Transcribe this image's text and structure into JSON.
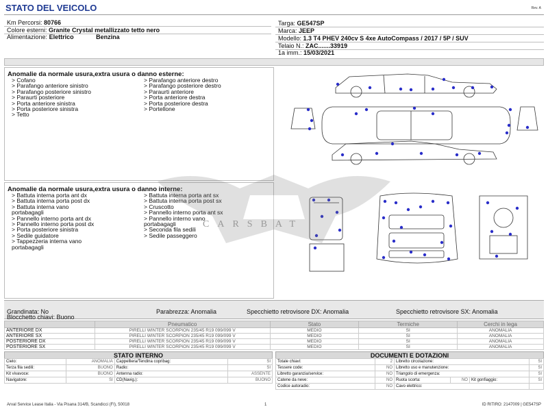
{
  "header": {
    "title": "STATO DEL VEICOLO",
    "rev": "Rev. A"
  },
  "vehicle_left": {
    "km": {
      "label": "Km Percorsi:",
      "value": "80766"
    },
    "color": {
      "label": "Colore esterni:",
      "value": "Granite Crystal metallizzato tetto nero"
    },
    "fuel": {
      "label": "Alimentazione:",
      "value": "Elettrico",
      "value2": "Benzina"
    }
  },
  "vehicle_right": {
    "plate": {
      "label": "Targa:",
      "value": "GE547SP"
    },
    "brand": {
      "label": "Marca:",
      "value": "JEEP"
    },
    "model": {
      "label": "Modello:",
      "value": "1.3 T4 PHEV 240cv S 4xe AutoCompass / 2017 / 5P / SUV"
    },
    "chassis": {
      "label": "Telaio N.:",
      "value": "ZAC.......33919"
    },
    "registration": {
      "label": "1a imm.:",
      "value": "15/03/2021"
    }
  },
  "external_damage": {
    "title": "Anomalie da normale usura,extra usura o danno esterne:",
    "col1": [
      "> Cofano",
      "> Parafango anteriore sinistro",
      "> Parafango posteriore sinistro",
      "> Paraurti posteriore",
      "> Porta anteriore sinistra",
      "> Porta posteriore sinistra",
      "> Tetto"
    ],
    "col2": [
      "> Parafango anteriore destro",
      "> Parafango posteriore destro",
      "> Paraurti anteriore",
      "> Porta anteriore destra",
      "> Porta posteriore destra",
      "> Portellone"
    ]
  },
  "internal_damage": {
    "title": "Anomalie da normale usura,extra usura o danno interne:",
    "col1": [
      "> Battuta interna porta ant dx",
      "> Battuta interna porta post dx",
      "> Battuta interna vano",
      "portabagagli",
      "> Pannello interno porta ant dx",
      "> Pannello interno porta post dx",
      "> Porta posteriore sinistra",
      "> Sedile guidatore",
      "> Tappezzeria interna vano",
      "portabagagli"
    ],
    "col2": [
      "> Battuta interna porta ant sx",
      "> Battuta interna porta post sx",
      "> Cruscotto",
      "> Pannello interno porta ant sx",
      "> Pannello interno vano",
      "portabagagli",
      "> Seconda fila sedili",
      "> Sedile passeggero"
    ]
  },
  "watermark": {
    "text": "CARSBAT"
  },
  "status": {
    "hail": "Grandinata: No",
    "windshield": "Parabrezza: Anomalia",
    "mirror_dx": "Specchietto retrovisore DX: Anomalia",
    "mirror_sx": "Specchietto retrovisore SX: Anomalia",
    "key_lock": "Blocchetto chiavi: Buono"
  },
  "tyres": {
    "headers": [
      "",
      "Pneumatico",
      "Stato",
      "Termiche",
      "Cerchi in lega"
    ],
    "rows": [
      {
        "pos": "ANTERIORE DX",
        "tyre": "PIRELLI WINTER SCORPION 235/45 R19 099/099 V",
        "state": "MEDIO",
        "thermal": "SI",
        "rims": "ANOMALIA"
      },
      {
        "pos": "ANTERIORE SX",
        "tyre": "PIRELLI WINTER SCORPION 235/45 R19 099/099 V",
        "state": "MEDIO",
        "thermal": "SI",
        "rims": "ANOMALIA"
      },
      {
        "pos": "POSTERIORE DX",
        "tyre": "PIRELLI WINTER SCORPION 235/45 R19 099/099 V",
        "state": "MEDIO",
        "thermal": "SI",
        "rims": "ANOMALIA"
      },
      {
        "pos": "POSTERIORE SX",
        "tyre": "PIRELLI WINTER SCORPION 235/45 R19 099/099 V",
        "state": "MEDIO",
        "thermal": "SI",
        "rims": "ANOMALIA"
      }
    ]
  },
  "interior_state": {
    "title": "STATO INTERNO",
    "rows": [
      {
        "l1": "Cielo:",
        "v1": "ANOMALIA",
        "l2": "Cappelliera/Tendina copribag:",
        "v2": "SI"
      },
      {
        "l1": "Terza fila sedili:",
        "v1": "BUONO",
        "l2": "Radio:",
        "v2": "SI"
      },
      {
        "l1": "Kit vivavoce:",
        "v1": "BUONO",
        "l2": "Antenna radio:",
        "v2": "ASSENTE"
      },
      {
        "l1": "Navigatore:",
        "v1": "SI",
        "l2": "CD(Navig.):",
        "v2": "BUONO"
      }
    ]
  },
  "documents": {
    "title": "DOCUMENTI E DOTAZIONI",
    "rows": [
      {
        "l1": "Totale chiavi:",
        "v1": "2",
        "l2": "Libretto circolazione:",
        "v2": "SI"
      },
      {
        "l1": "Tessere code:",
        "v1": "NO",
        "l2": "Libretto uso e manutenzione:",
        "v2": "SI"
      },
      {
        "l1": "Libretto garanzia/service:",
        "v1": "NO",
        "l2": "Triangolo di emergenza:",
        "v2": "SI"
      },
      {
        "l1": "Catene da neve:",
        "v1": "NO",
        "l2": "Ruota scorta:",
        "v2": "NO",
        "l3": "Kit gonfiaggio:",
        "v3": "SI"
      },
      {
        "l1": "Codice autoradio:",
        "v1": "NO",
        "l2": "Cavo elettrico:",
        "v2": ""
      }
    ]
  },
  "footer": {
    "company": "Arval Service Lease Italia - Via Pisana 314/B, Scandicci (FI), 50018",
    "page": "1",
    "id": "ID RITIRO: 2147009 | GE547SP"
  },
  "colors": {
    "title": "#1f3a93",
    "dot": "#2a2ec9",
    "band": "#e6e6e6"
  }
}
